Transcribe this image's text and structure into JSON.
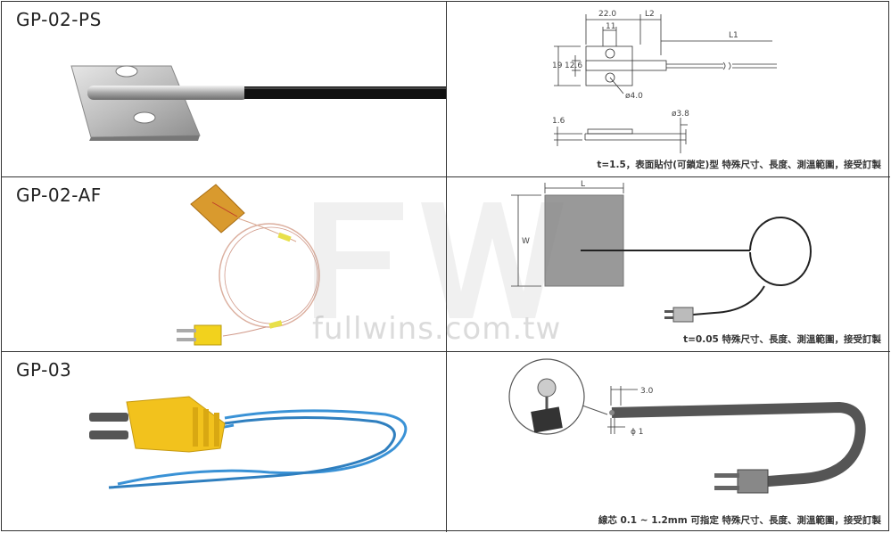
{
  "rows": [
    {
      "model": "GP-02-PS",
      "caption": "t=1.5，表面貼付(可鎖定)型  特殊尺寸、長度、測溫範圍，接受訂製",
      "dims": {
        "d22": "22.0",
        "l2": "L2",
        "d11": "11",
        "l1": "L1",
        "d19": "19",
        "d12_6": "12.6",
        "hole": "ø4.0",
        "d1_6": "1.6",
        "d3_8": "ø3.8"
      }
    },
    {
      "model": "GP-02-AF",
      "caption": "t=0.05  特殊尺寸、長度、測溫範圍，接受訂製",
      "dims": {
        "l": "L",
        "w": "W"
      }
    },
    {
      "model": "GP-03",
      "caption": "線芯 0.1 ~ 1.2mm 可指定  特殊尺寸、長度、測溫範圍，接受訂製",
      "dims": {
        "d3_0": "3.0",
        "d1": "ϕ 1"
      }
    }
  ],
  "watermark": {
    "text": "fullwins.com.tw"
  },
  "colors": {
    "connector_yellow": "#f2c21d",
    "wire_blue": "#3a92d6",
    "cable_black": "#111111"
  }
}
